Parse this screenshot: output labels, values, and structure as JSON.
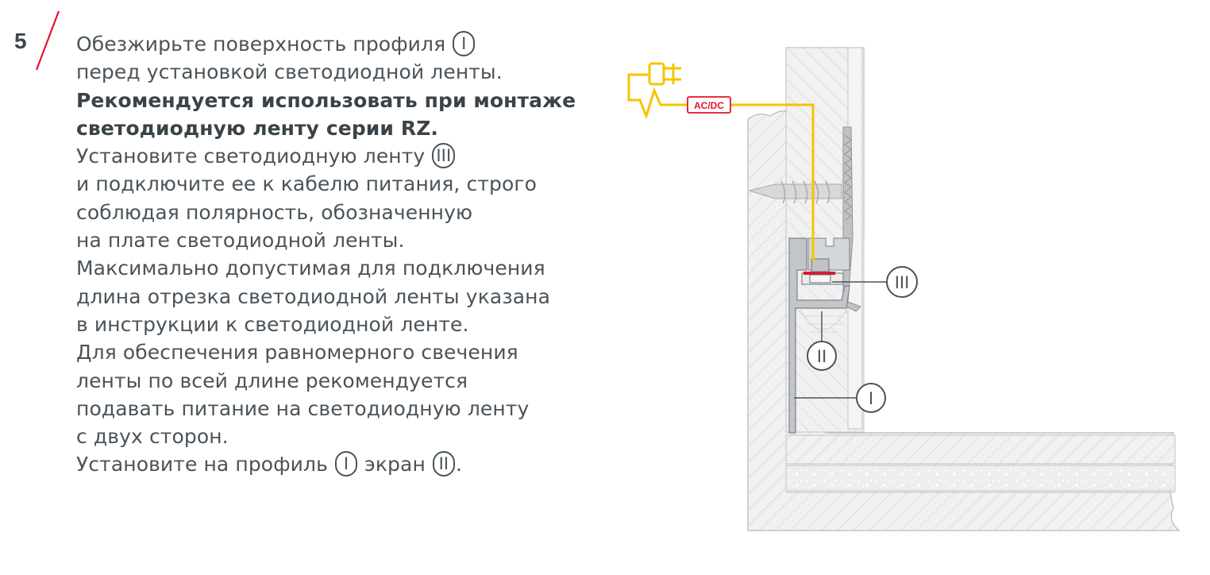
{
  "step": {
    "number": "5",
    "accent_color": "#e2142d"
  },
  "text": {
    "line1": "Обезжирьте поверхность профиля",
    "line2": "перед установкой светодиодной ленты.",
    "bold1": "Рекомендуется использовать при монтаже",
    "bold2": "светодиодную ленту серии RZ.",
    "line3": "Установите светодиодную ленту",
    "line4": "и подключите ее к кабелю питания, строго",
    "line5": "соблюдая полярность, обозначенную",
    "line6": "на плате светодиодной ленты.",
    "line7": "Максимально допустимая для подключения",
    "line8": "длина отрезка светодиодной ленты указана",
    "line9": "в инструкции к светодиодной ленте.",
    "line10": "Для обеспечения равномерного свечения",
    "line11": "ленты по всей длине рекомендуется",
    "line12": "подавать питание на светодиодную ленту",
    "line13": "с двух сторон.",
    "line14_a": "Установите на профиль",
    "line14_b": "экран",
    "line14_end": "."
  },
  "labels": {
    "profile": "I",
    "screen": "II",
    "led_strip": "III",
    "power": "AC/DC"
  },
  "colors": {
    "text": "#4a5359",
    "cable": "#f5c400",
    "power_label": "#e2142d",
    "wall": "#f0f0f0",
    "hatch": "#c8c8c8",
    "profile": "#bfc3c6"
  }
}
